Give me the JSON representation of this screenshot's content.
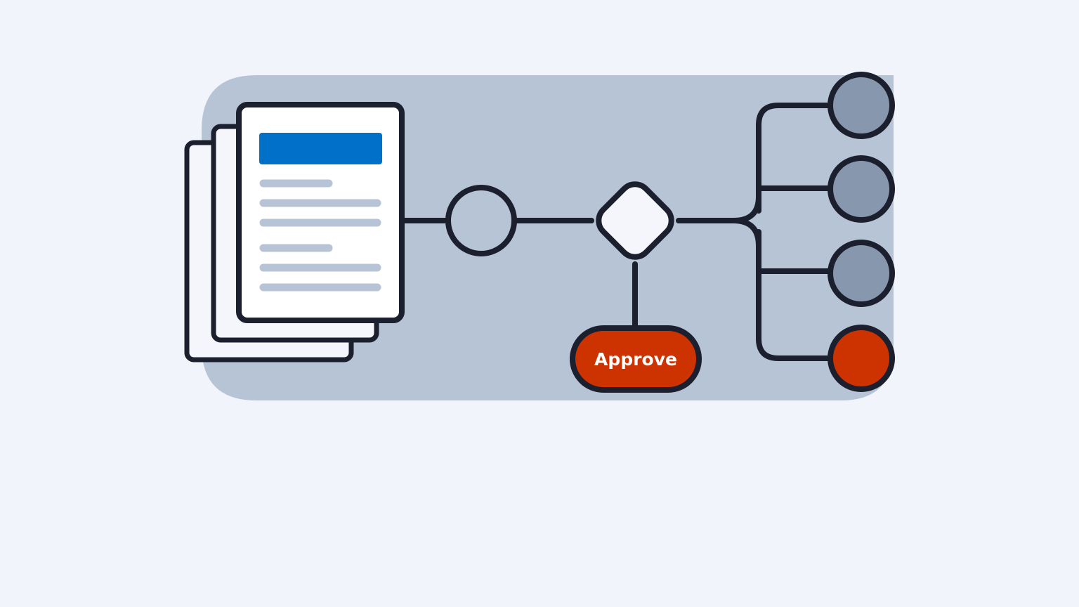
{
  "diagram": {
    "approve_label": "Approve",
    "output_count": 4,
    "highlighted_output": 4,
    "colors": {
      "page_background": "#f1f4fb",
      "panel": "#b6c4d5",
      "stroke": "#1b1f2e",
      "paper": "#ffffff",
      "paper_back": "#f4f6fb",
      "header_bar": "#0070c9",
      "text_lines": "#b6c4d5",
      "start_node": "#b6c4d5",
      "decision_node": "#f4f6fb",
      "output_node": "#8798ae",
      "accent": "#cc3300",
      "accent_text": "#ffffff"
    },
    "icons": {
      "documents": "document-stack-icon",
      "start": "circle-node-icon",
      "decision": "diamond-decision-icon"
    }
  }
}
